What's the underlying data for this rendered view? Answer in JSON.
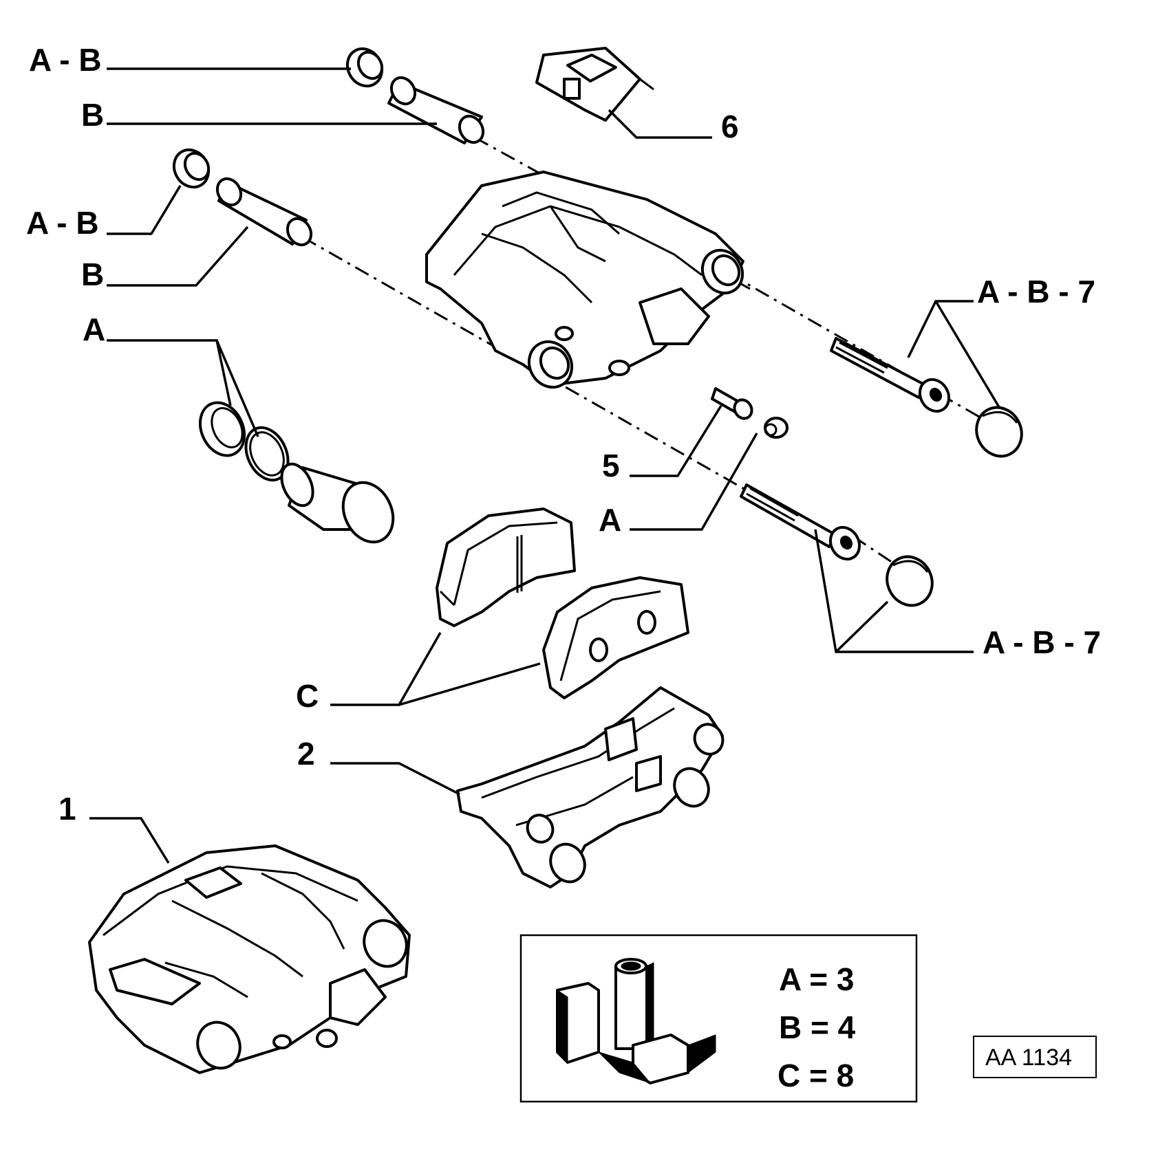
{
  "callouts": {
    "ab_top": "A - B",
    "b_top": "B",
    "six": "6",
    "ab_mid": "A - B",
    "b_mid": "B",
    "a_left": "A",
    "ab7_upper": "A - B - 7",
    "five": "5",
    "a_mid": "A",
    "ab7_lower": "A - B - 7",
    "c": "C",
    "two": "2",
    "one": "1"
  },
  "legend": {
    "a": "A = 3",
    "b": "B = 4",
    "c": "C = 8"
  },
  "reference": "AA 1134"
}
